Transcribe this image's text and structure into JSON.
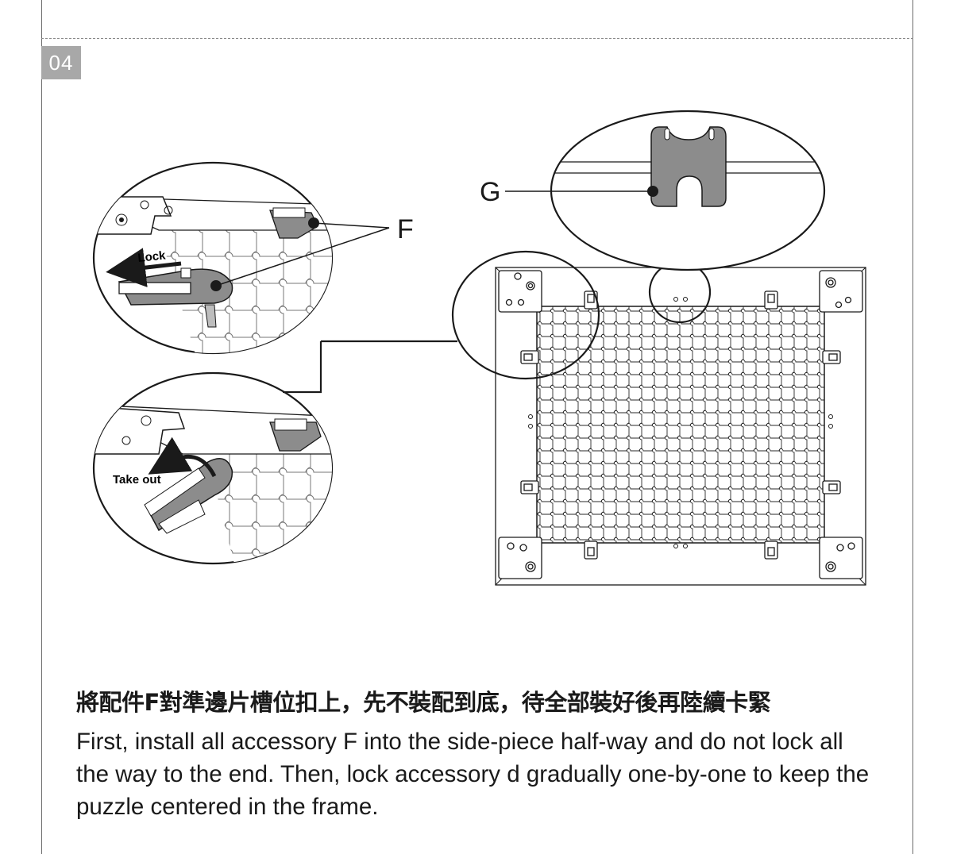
{
  "step": {
    "number": "04"
  },
  "labels": {
    "f": "F",
    "g": "G",
    "lock": "Lock",
    "take_out": "Take out"
  },
  "instructions": {
    "title_zh": "將配件F對準邊片槽位扣上，先不裝配到底，待全部裝好後再陸續卡緊",
    "description_en": "First, install all accessory F into the side-piece half-way and do not lock all the way to the end.  Then, lock accessory d gradually one-by-one to keep the puzzle centered in the frame."
  },
  "colors": {
    "border": "#6b6b6b",
    "badge_bg": "#a8a8a8",
    "part_gray": "#8c8c8c",
    "line": "#1a1a1a"
  }
}
